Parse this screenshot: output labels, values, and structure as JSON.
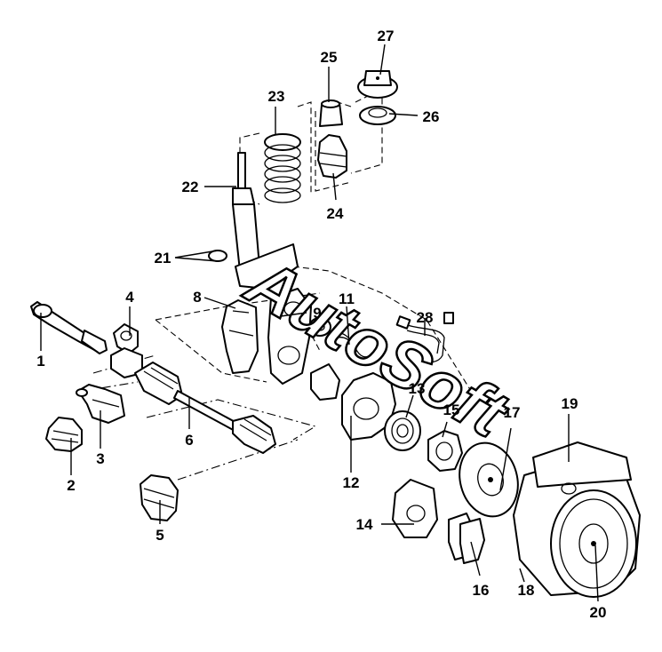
{
  "watermark": "AutoSoft",
  "callouts": [
    {
      "id": "c1",
      "label": "1"
    },
    {
      "id": "c2",
      "label": "2"
    },
    {
      "id": "c3",
      "label": "3"
    },
    {
      "id": "c4",
      "label": "4"
    },
    {
      "id": "c5",
      "label": "5"
    },
    {
      "id": "c6",
      "label": "6"
    },
    {
      "id": "c8",
      "label": "8"
    },
    {
      "id": "c9",
      "label": "9"
    },
    {
      "id": "c11",
      "label": "11"
    },
    {
      "id": "c12",
      "label": "12"
    },
    {
      "id": "c13",
      "label": "13"
    },
    {
      "id": "c14",
      "label": "14"
    },
    {
      "id": "c15",
      "label": "15"
    },
    {
      "id": "c16",
      "label": "16"
    },
    {
      "id": "c17",
      "label": "17"
    },
    {
      "id": "c18",
      "label": "18"
    },
    {
      "id": "c19",
      "label": "19"
    },
    {
      "id": "c20",
      "label": "20"
    },
    {
      "id": "c21",
      "label": "21"
    },
    {
      "id": "c22",
      "label": "22"
    },
    {
      "id": "c23",
      "label": "23"
    },
    {
      "id": "c24",
      "label": "24"
    },
    {
      "id": "c25",
      "label": "25"
    },
    {
      "id": "c26",
      "label": "26"
    },
    {
      "id": "c27",
      "label": "27"
    },
    {
      "id": "c28",
      "label": "28"
    }
  ]
}
